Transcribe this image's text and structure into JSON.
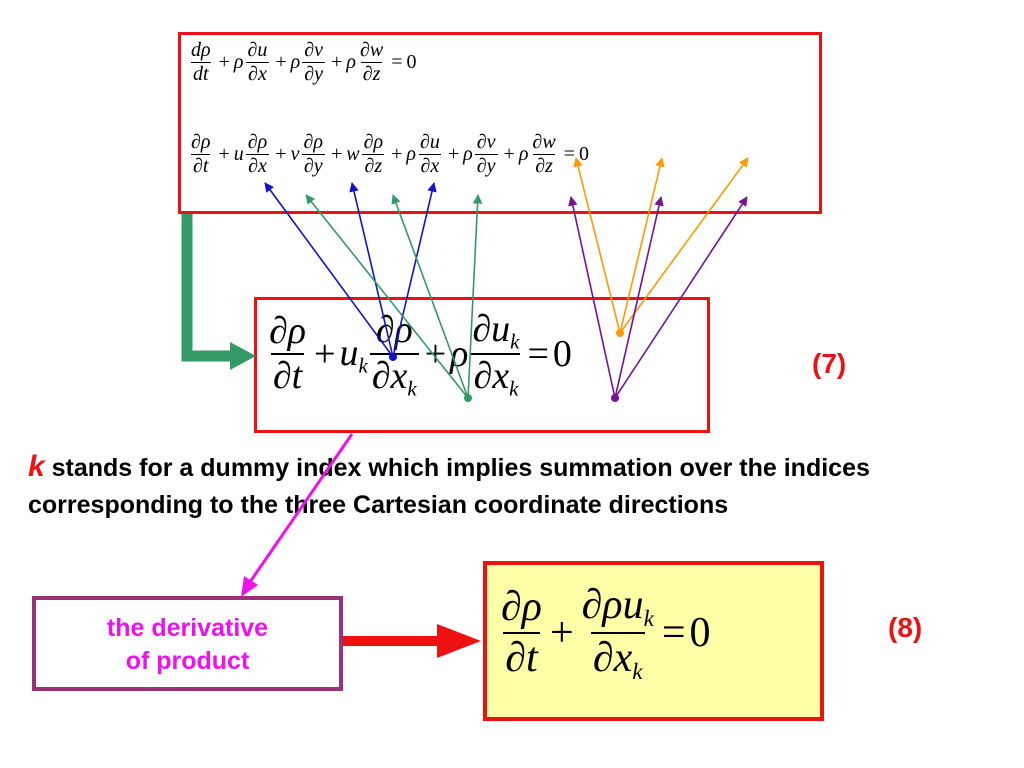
{
  "equations": {
    "top_line1": {
      "d": "d",
      "rho": "ρ",
      "dt": "dt",
      "plus": "+",
      "eq": "=",
      "zero": "0",
      "u": "u",
      "v": "v",
      "w": "w",
      "x": "x",
      "y": "y",
      "z": "z",
      "partial": "∂"
    },
    "top_line2": {
      "partial": "∂",
      "rho": "ρ",
      "t": "t",
      "plus": "+",
      "eq": "=",
      "zero": "0",
      "u": "u",
      "v": "v",
      "w": "w",
      "x": "x",
      "y": "y",
      "z": "z"
    },
    "eq7": {
      "partial": "∂",
      "rho": "ρ",
      "t": "t",
      "plus": "+",
      "u": "u",
      "k": "k",
      "x": "x",
      "eq": "=",
      "zero": "0",
      "number": "(7)"
    },
    "eq8": {
      "partial": "∂",
      "rho": "ρ",
      "t": "t",
      "plus": "+",
      "u": "u",
      "k": "k",
      "x": "x",
      "eq": "=",
      "zero": "0",
      "number": "(8)"
    }
  },
  "explanation": {
    "k": "k",
    "text": " stands for a dummy index which implies summation over the indices corresponding to the three Cartesian coordinate directions"
  },
  "product_box": {
    "line1": "the derivative",
    "line2": "of product"
  },
  "colors": {
    "box_border": "#ee1111",
    "blue_links": "#1111cc",
    "teal_links": "#339966",
    "orange_links": "#ff9900",
    "purple_links": "#771199",
    "green_arrow": "#339966",
    "magenta_arrow": "#ee11ee",
    "red_arrow": "#ee1111",
    "eq8_fill": "#ffffa8"
  }
}
